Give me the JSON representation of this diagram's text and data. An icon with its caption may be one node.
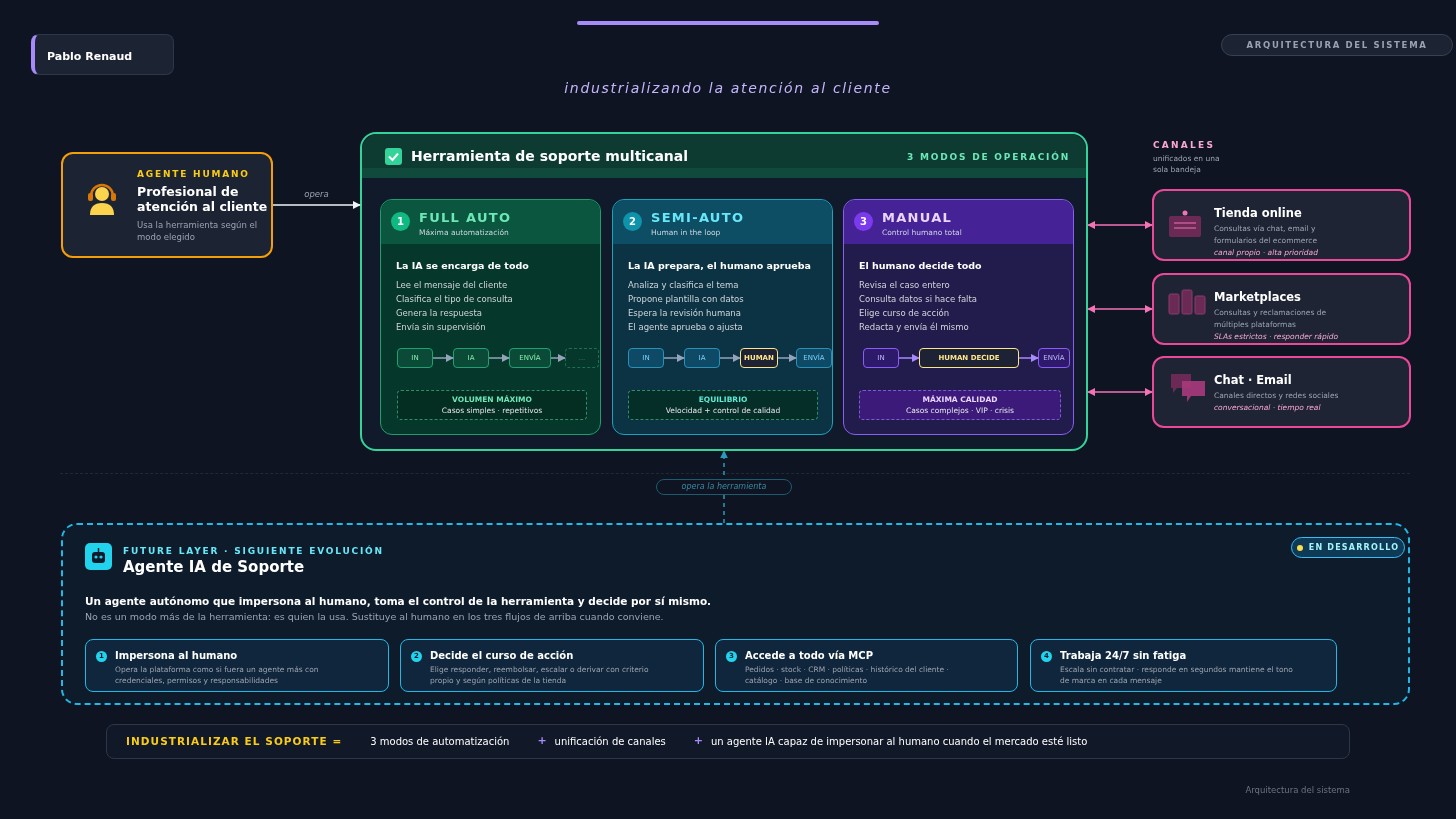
{
  "diagram": {
    "nodes": [
      {
        "text": [
          "Pablo Renaud"
        ]
      },
      {
        "text": [
          "AGENTE HUMANO",
          "Profesional de atención al cliente",
          "Usa la herramienta según el modo elegido"
        ]
      },
      {
        "text": [
          "Herramienta de soporte multicanal",
          "3 MODOS DE OPERACIÓN"
        ]
      },
      {
        "text": [
          "1",
          "FULL AUTO",
          "Máxima automatización",
          "La IA se encarga de todo",
          "Lee el mensaje del cliente",
          "Clasifica el tipo de consulta",
          "Genera la respuesta",
          "Envía sin supervisión"
        ],
        "in": 2
      },
      {
        "text": [
          "IN"
        ],
        "in": 3
      },
      {
        "text": [
          "IA"
        ],
        "in": 3
      },
      {
        "text": [
          "ENVÍA"
        ],
        "in": 3
      },
      {
        "text": [
          "..."
        ],
        "in": 3
      },
      {
        "text": [
          "VOLUMEN MÁXIMO",
          "Casos simples · repetitivos"
        ],
        "in": 3
      },
      {
        "text": [
          "2",
          "SEMI-AUTO",
          "Human in the loop",
          "La IA prepara, el humano aprueba",
          "Analiza y clasifica el tema",
          "Propone plantilla con datos",
          "Espera la revisión humana",
          "El agente aprueba o ajusta"
        ],
        "in": 2
      },
      {
        "text": [
          "IN"
        ],
        "in": 9
      },
      {
        "text": [
          "IA"
        ],
        "in": 9
      },
      {
        "text": [
          "HUMAN"
        ],
        "in": 9
      },
      {
        "text": [
          "ENVÍA"
        ],
        "in": 9
      },
      {
        "text": [
          "EQUILIBRIO",
          "Velocidad + control de calidad"
        ],
        "in": 9
      },
      {
        "text": [
          "3",
          "MANUAL",
          "Control humano total",
          "El humano decide todo",
          "Revisa el caso entero",
          "Consulta datos si hace falta",
          "Elige curso de acción",
          "Redacta y envía él mismo"
        ],
        "in": 2
      },
      {
        "text": [
          "IN"
        ],
        "in": 15
      },
      {
        "text": [
          "HUMAN DECIDE"
        ],
        "in": 15
      },
      {
        "text": [
          "ENVÍA"
        ],
        "in": 15
      },
      {
        "text": [
          "MÁXIMA CALIDAD",
          "Casos complejos · VIP · crisis"
        ],
        "in": 15
      },
      {
        "text": [
          "Tienda online",
          "Consultas vía chat, email y formularios del ecommerce",
          "canal propio · alta prioridad"
        ]
      },
      {
        "text": [
          "Marketplaces",
          "Consultas y reclamaciones de múltiples plataformas",
          "SLAs estrictos · responder rápido"
        ]
      },
      {
        "text": [
          "Chat · Email",
          "Canales directos y redes sociales",
          "conversacional · tiempo real"
        ]
      },
      {
        "text": [
          "FUTURE LAYER · SIGUIENTE EVOLUCIÓN",
          "Agente IA de Soporte",
          "Un agente autónomo que impersona al humano, toma el control de la herramienta y decide por sí mismo.",
          "No es un modo más de la herramienta: es quien la usa. Sustituye al humano en los tres flujos de arriba cuando conviene."
        ]
      },
      {
        "text": [
          "EN DESARROLLO"
        ],
        "in": 23
      },
      {
        "text": [
          "1",
          "Impersona al humano",
          "Opera la plataforma como si fuera un agente más con credenciales, permisos y responsabilidades"
        ],
        "in": 23
      },
      {
        "text": [
          "2",
          "Decide el curso de acción",
          "Elige responder, reembolsar, escalar o derivar con criterio propio y según políticas de la tienda"
        ],
        "in": 23
      },
      {
        "text": [
          "3",
          "Accede a todo vía MCP",
          "Pedidos · stock · CRM · políticas · histórico del cliente · catálogo · base de conocimiento"
        ],
        "in": 23
      },
      {
        "text": [
          "4",
          "Trabaja 24/7 sin fatiga",
          "Escala sin contratar · responde en segundos mantiene el tono de marca en cada mensaje"
        ],
        "in": 23
      },
      {
        "text": [
          "INDUSTRIALIZAR EL SOPORTE =",
          "3 modos de automatización",
          "+",
          "unificación de canales",
          "+",
          "un agente IA capaz de impersonar al humano cuando el mercado esté listo"
        ]
      },
      {
        "text": [
          "ARQUITECTURA DEL SISTEMA"
        ]
      }
    ],
    "edges": [
      {
        "from": 1,
        "to": 2,
        "arrow": "to",
        "label": "opera",
        "color": "#f1f5f9"
      },
      {
        "from": 4,
        "to": 5,
        "arrow": "to"
      },
      {
        "from": 5,
        "to": 6,
        "arrow": "to"
      },
      {
        "from": 6,
        "to": 7,
        "arrow": "to"
      },
      {
        "from": 10,
        "to": 11,
        "arrow": "to"
      },
      {
        "from": 11,
        "to": 12,
        "arrow": "to"
      },
      {
        "from": 12,
        "to": 13,
        "arrow": "to"
      },
      {
        "from": 16,
        "to": 17,
        "arrow": "to",
        "color": "#a78bfa"
      },
      {
        "from": 17,
        "to": 18,
        "arrow": "to",
        "color": "#a78bfa"
      },
      {
        "from": 2,
        "to": 20,
        "arrow": "both",
        "color": "#f472b6"
      },
      {
        "from": 2,
        "to": 21,
        "arrow": "both",
        "color": "#f472b6"
      },
      {
        "from": 2,
        "to": 22,
        "arrow": "both",
        "color": "#f472b6"
      },
      {
        "from": 23,
        "to": 2,
        "arrow": "to",
        "label": "opera la herramienta",
        "style": "dashed",
        "color": "#2b9ab8"
      }
    ],
    "labels": [
      "industrializando la atención al cliente",
      "CANALES",
      "unificados en una sola bandeja",
      "Arquitectura del sistema"
    ]
  }
}
